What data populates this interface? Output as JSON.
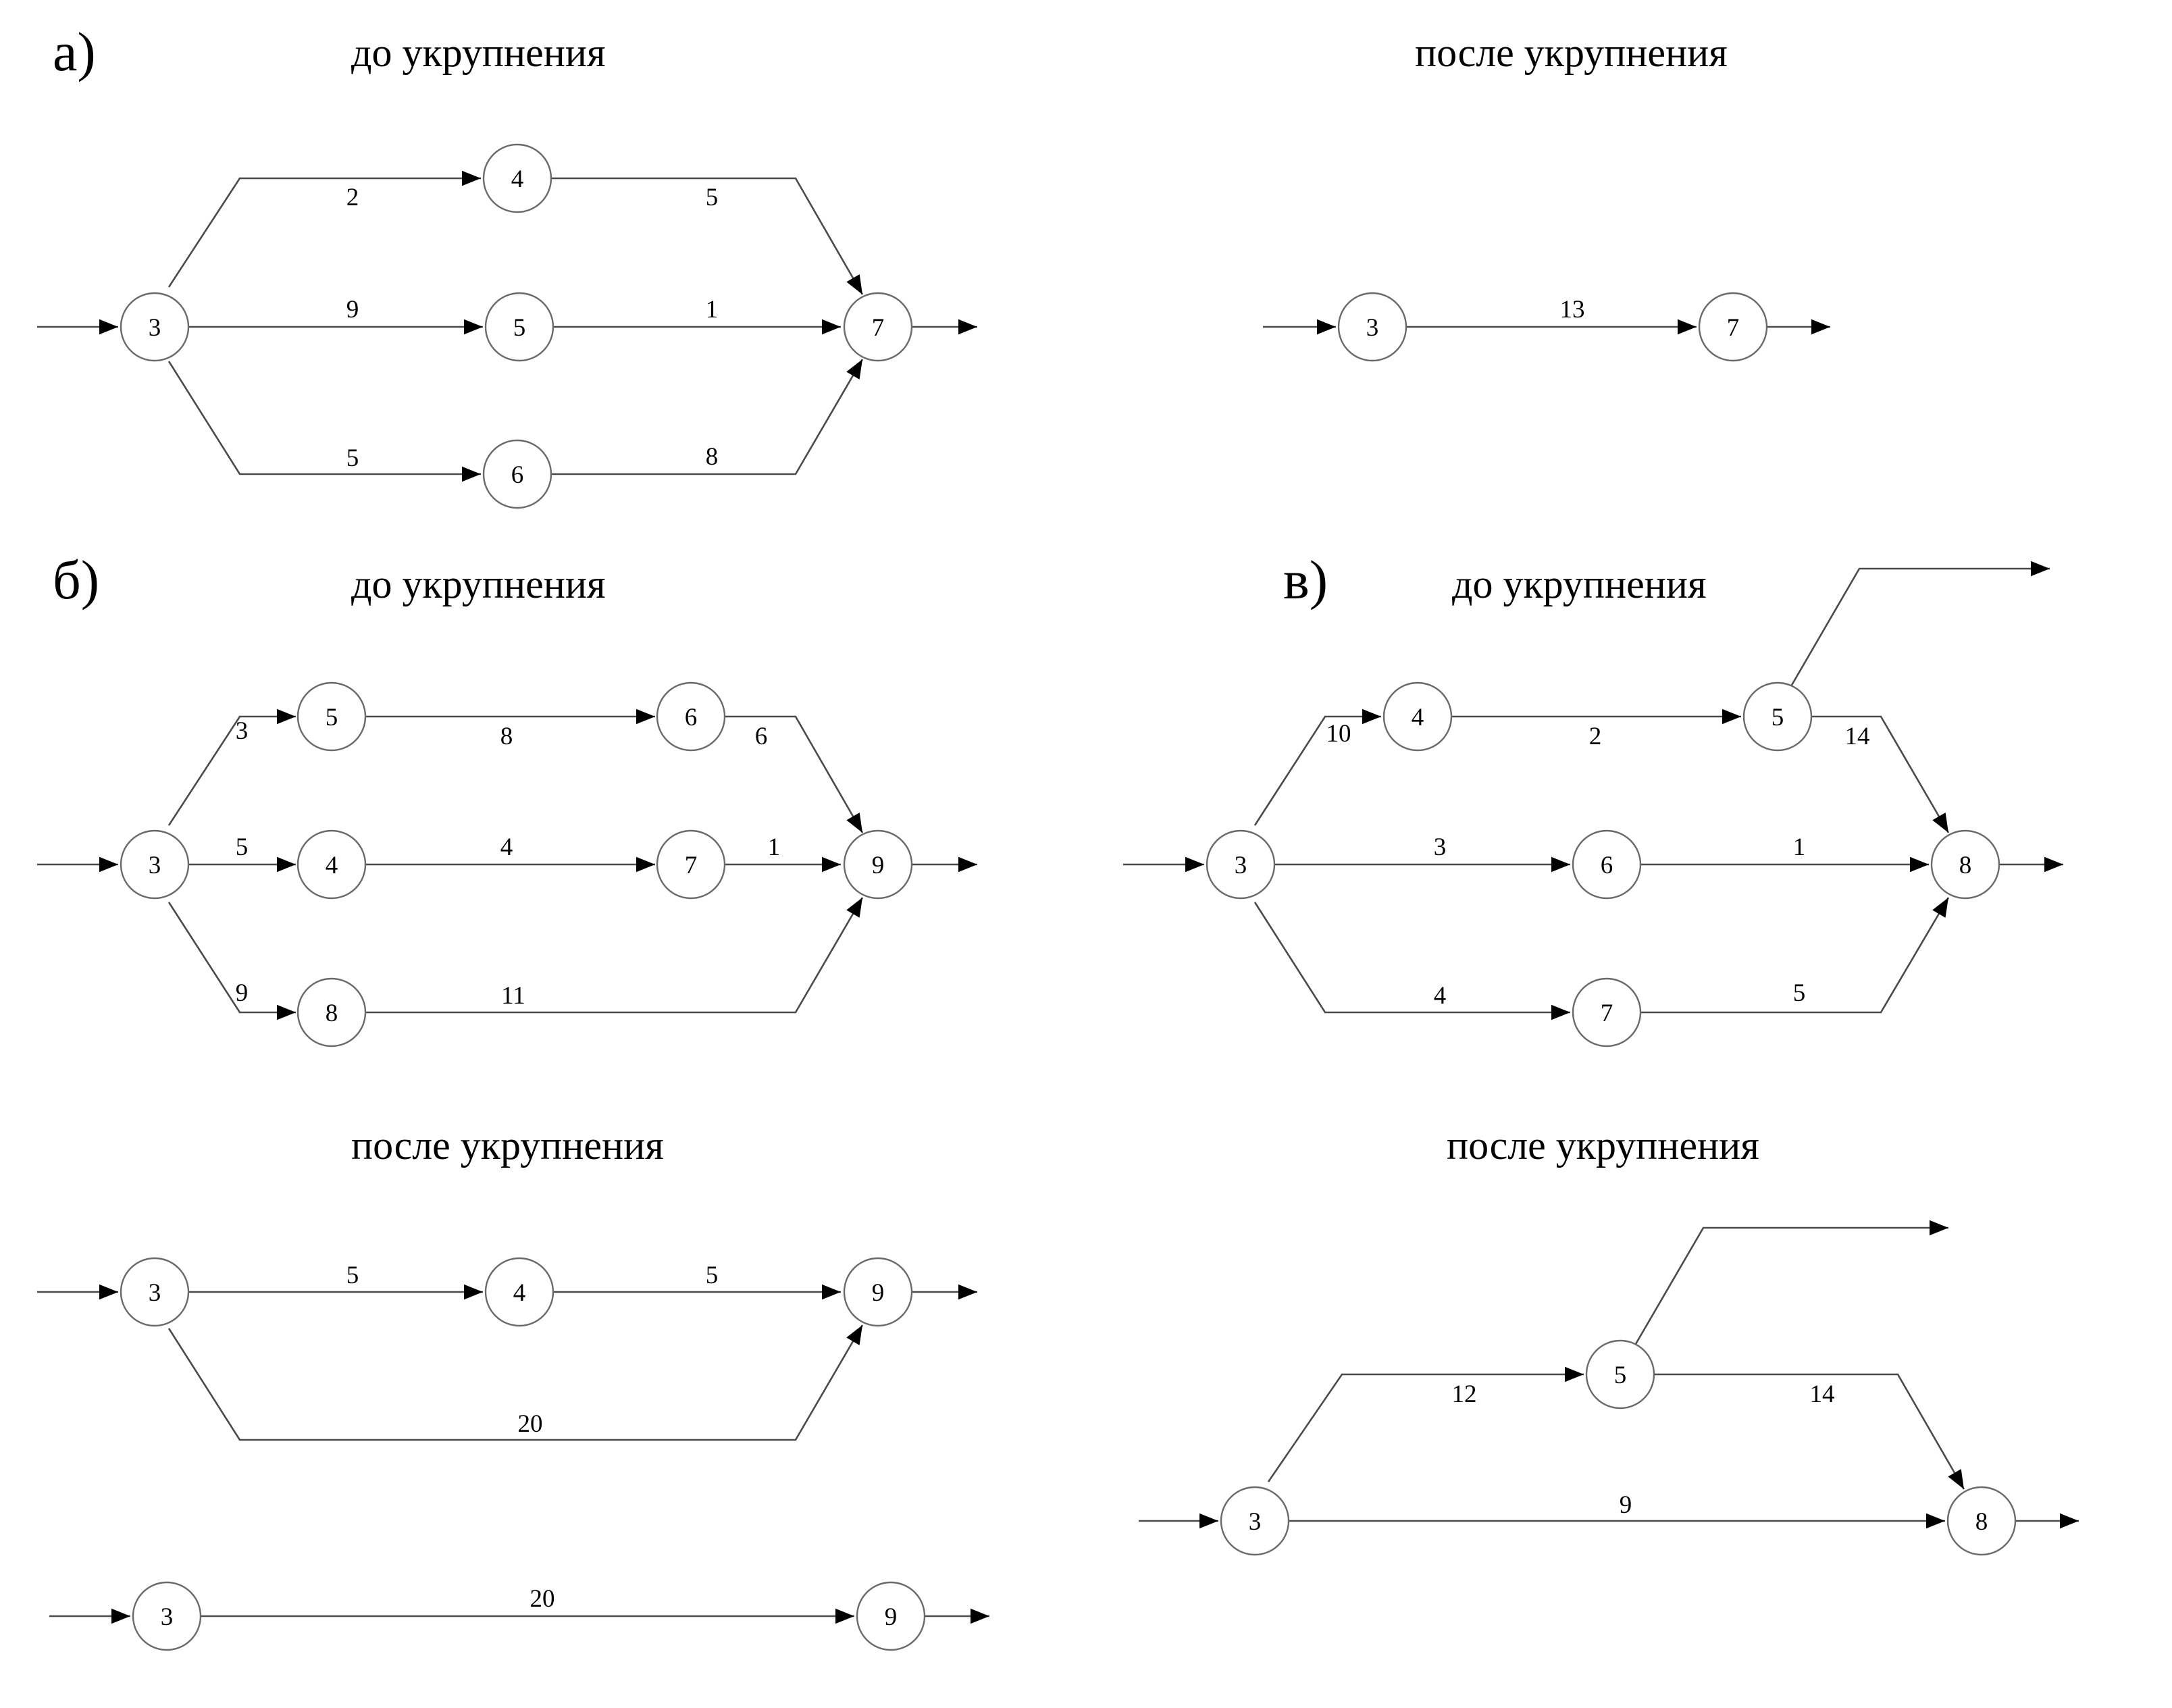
{
  "colors": {
    "line": "#4a4a4a",
    "node_border": "#6a6a6a",
    "text": "#000000",
    "background": "#ffffff"
  },
  "parts": {
    "a": "а)",
    "b": "б)",
    "v": "в)"
  },
  "titles": {
    "a_before": "до укрупнения",
    "a_after": "после укрупнения",
    "b_before": "до укрупнения",
    "b_after": "после укрупнения",
    "v_before": "до укрупнения",
    "v_after": "после укрупнения"
  },
  "networks": {
    "a_before": {
      "nodes": {
        "n3": "3",
        "n4": "4",
        "n5": "5",
        "n6": "6",
        "n7": "7"
      },
      "weights": {
        "e3_4": "2",
        "e3_5": "9",
        "e3_6": "5",
        "e4_7": "5",
        "e5_7": "1",
        "e6_7": "8"
      }
    },
    "a_after": {
      "nodes": {
        "n3": "3",
        "n7": "7"
      },
      "weights": {
        "e3_7": "13"
      }
    },
    "b_before": {
      "nodes": {
        "n3": "3",
        "n5": "5",
        "n4": "4",
        "n8": "8",
        "n6": "6",
        "n7": "7",
        "n9": "9"
      },
      "weights": {
        "e3_5": "3",
        "e3_4": "5",
        "e3_8": "9",
        "e5_6": "8",
        "e4_7": "4",
        "e8_9": "11",
        "e6_9": "6",
        "e7_9": "1"
      }
    },
    "b_after_1": {
      "nodes": {
        "n3": "3",
        "n4": "4",
        "n9": "9"
      },
      "weights": {
        "e3_4": "5",
        "e4_9": "5",
        "e3_9": "20"
      }
    },
    "b_after_2": {
      "nodes": {
        "n3": "3",
        "n9": "9"
      },
      "weights": {
        "e3_9": "20"
      }
    },
    "v_before": {
      "nodes": {
        "n3": "3",
        "n4": "4",
        "n5": "5",
        "n6": "6",
        "n7": "7",
        "n8": "8"
      },
      "weights": {
        "e3_4": "10",
        "e4_5": "2",
        "e5_8": "14",
        "e3_6": "3",
        "e6_8": "1",
        "e3_7": "4",
        "e7_8": "5"
      }
    },
    "v_after": {
      "nodes": {
        "n3": "3",
        "n5": "5",
        "n8": "8"
      },
      "weights": {
        "e3_5": "12",
        "e5_8": "14",
        "e3_8": "9"
      }
    }
  }
}
